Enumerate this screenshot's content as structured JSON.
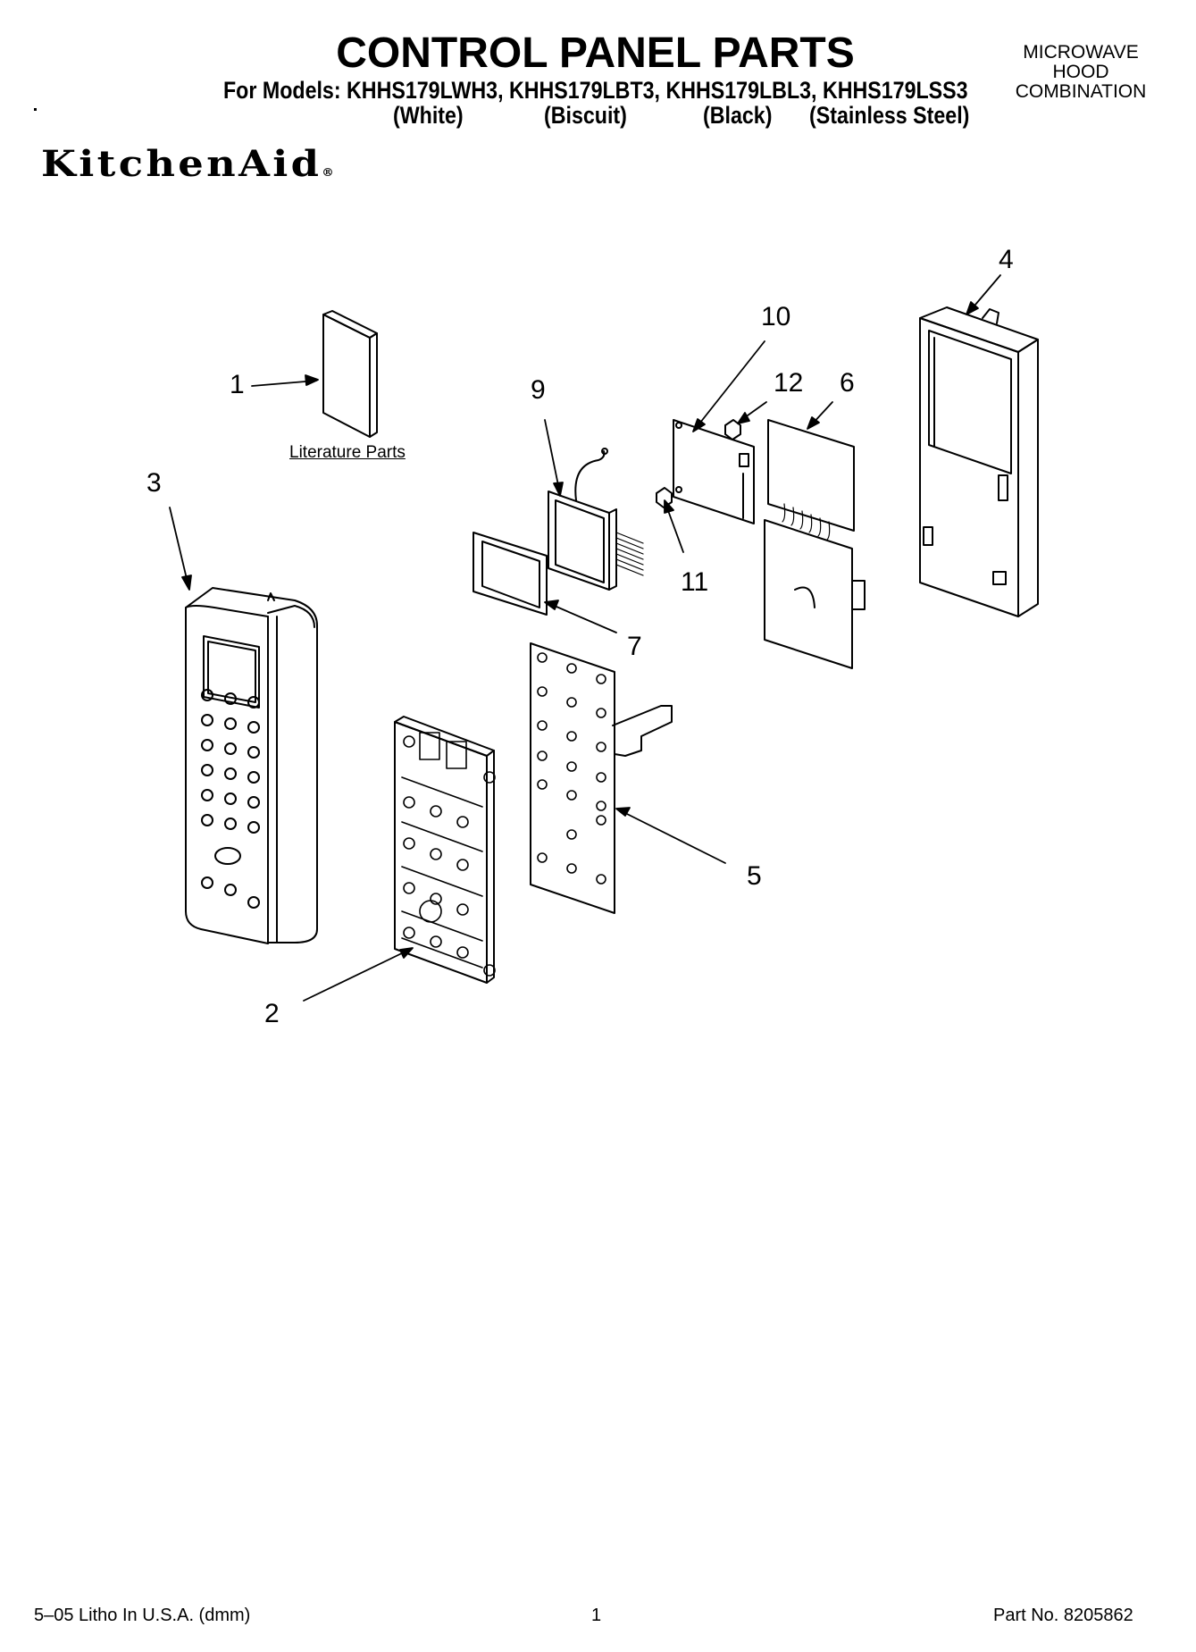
{
  "header": {
    "title": "CONTROL PANEL PARTS",
    "models_line": "For Models: KHHS179LWH3, KHHS179LBT3, KHHS179LBL3, KHHS179LSS3",
    "finishes": [
      "(White)",
      "(Biscuit)",
      "(Black)",
      "(Stainless Steel)"
    ],
    "product_type": [
      "MICROWAVE",
      "HOOD",
      "COMBINATION"
    ],
    "brand": "KitchenAid",
    "brand_mark": "®"
  },
  "diagram": {
    "literature_label": "Literature Parts",
    "callouts": [
      "1",
      "2",
      "3",
      "4",
      "5",
      "6",
      "7",
      "9",
      "10",
      "11",
      "12"
    ]
  },
  "footer": {
    "litho": "5–05 Litho In U.S.A. (dmm)",
    "page": "1",
    "part_no": "Part No. 8205862"
  }
}
